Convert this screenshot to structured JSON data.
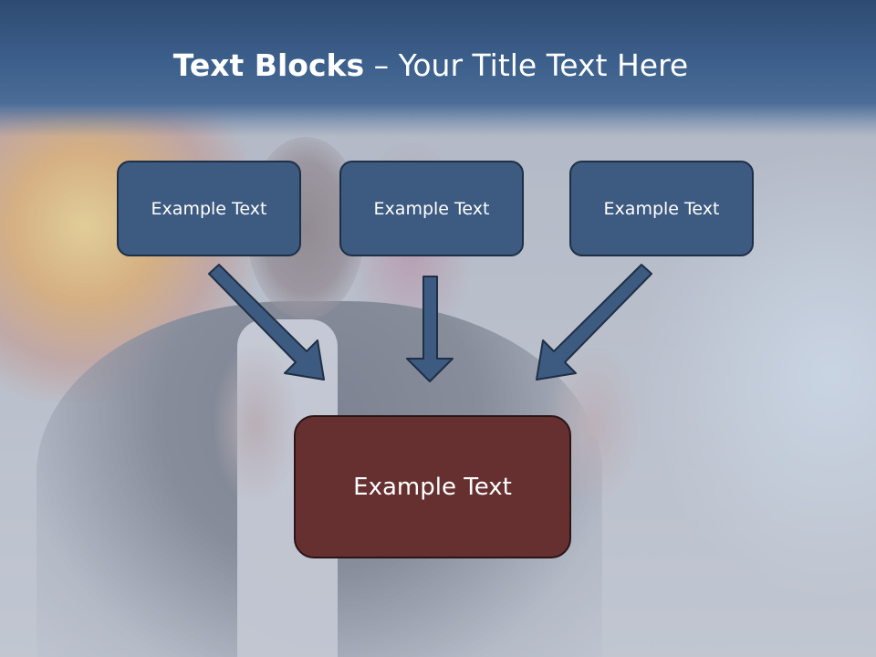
{
  "slide": {
    "title_bold": "Text Blocks",
    "title_dash": " – ",
    "title_rest": "Your Title Text Here"
  },
  "diagram": {
    "top_blocks": [
      {
        "label": "Example Text"
      },
      {
        "label": "Example Text"
      },
      {
        "label": "Example Text"
      }
    ],
    "center_block": {
      "label": "Example Text"
    }
  },
  "colors": {
    "title_bar": "#3c5f8b",
    "top_block_fill": "#3d5a80",
    "center_block_fill": "#663031",
    "arrow_fill": "#3d5a80",
    "text": "#ffffff"
  }
}
